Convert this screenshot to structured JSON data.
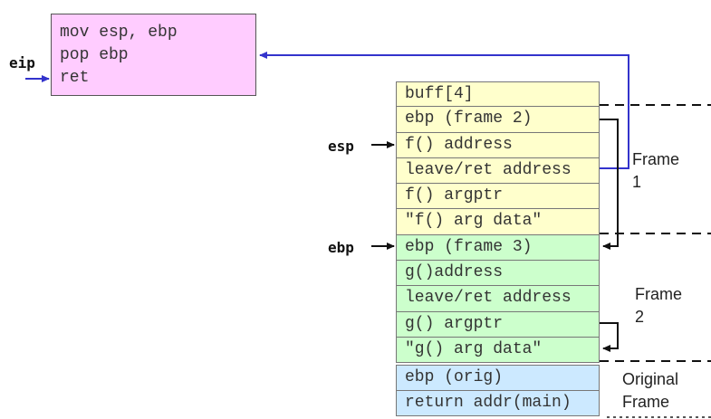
{
  "code": {
    "lines": [
      "mov esp, ebp",
      "pop ebp",
      "ret"
    ]
  },
  "registers": {
    "eip": "eip",
    "esp": "esp",
    "ebp": "ebp"
  },
  "stack": {
    "frame1": [
      "buff[4]",
      "ebp (frame 2)",
      "f() address",
      "leave/ret address",
      "f() argptr",
      "\"f() arg data\""
    ],
    "frame2": [
      "ebp (frame 3)",
      "g()address",
      "leave/ret address",
      "g() argptr",
      "\"g() arg data\""
    ],
    "original": [
      "ebp (orig)",
      "return addr(main)"
    ]
  },
  "frame_labels": {
    "frame1": [
      "Frame",
      "1"
    ],
    "frame2": [
      "Frame",
      "2"
    ],
    "original": [
      "Original",
      "Frame"
    ]
  },
  "colors": {
    "code_box": "#ffccff",
    "frame1": "#ffffcc",
    "frame2": "#ccffcc",
    "original": "#cce9ff",
    "eip_arrow": "#3333cc",
    "return_link": "#3333cc"
  }
}
